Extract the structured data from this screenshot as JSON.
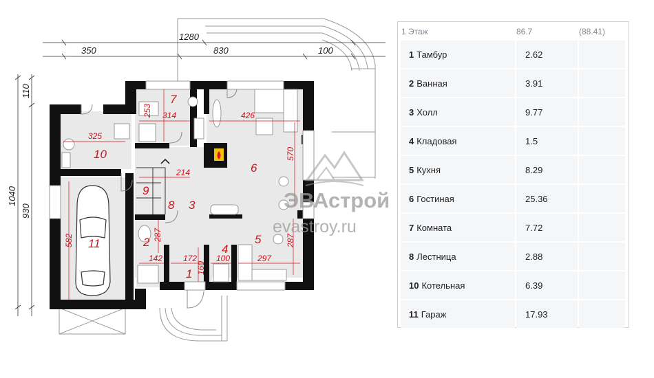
{
  "plan": {
    "dimensions": {
      "total_width": "1280",
      "seg_left": "350",
      "seg_mid": "830",
      "seg_right": "100",
      "total_height": "1040",
      "height_top": "110",
      "height_main": "930"
    },
    "room_dims": [
      "253",
      "314",
      "426",
      "325",
      "570",
      "214",
      "287",
      "582",
      "142",
      "172",
      "100",
      "297",
      "287",
      "160"
    ],
    "room_numbers": [
      "7",
      "10",
      "6",
      "9",
      "8",
      "3",
      "11",
      "2",
      "4",
      "5",
      "1"
    ],
    "watermark": {
      "brand": "ЭВАстрой",
      "site": "evastroy.ru"
    }
  },
  "table": {
    "header": {
      "floor": "1 Этаж",
      "area": "86.7",
      "total": "(88.41)"
    },
    "rows": [
      {
        "num": "1",
        "name": "Тамбур",
        "area": "2.62"
      },
      {
        "num": "2",
        "name": "Ванная",
        "area": "3.91"
      },
      {
        "num": "3",
        "name": "Холл",
        "area": "9.77"
      },
      {
        "num": "4",
        "name": "Кладовая",
        "area": "1.5"
      },
      {
        "num": "5",
        "name": "Кухня",
        "area": "8.29"
      },
      {
        "num": "6",
        "name": "Гостиная",
        "area": "25.36"
      },
      {
        "num": "7",
        "name": "Комната",
        "area": "7.72"
      },
      {
        "num": "8",
        "name": "Лестница",
        "area": "2.88"
      },
      {
        "num": "10",
        "name": "Котельная",
        "area": "6.39"
      },
      {
        "num": "11",
        "name": "Гараж",
        "area": "17.93"
      }
    ]
  }
}
